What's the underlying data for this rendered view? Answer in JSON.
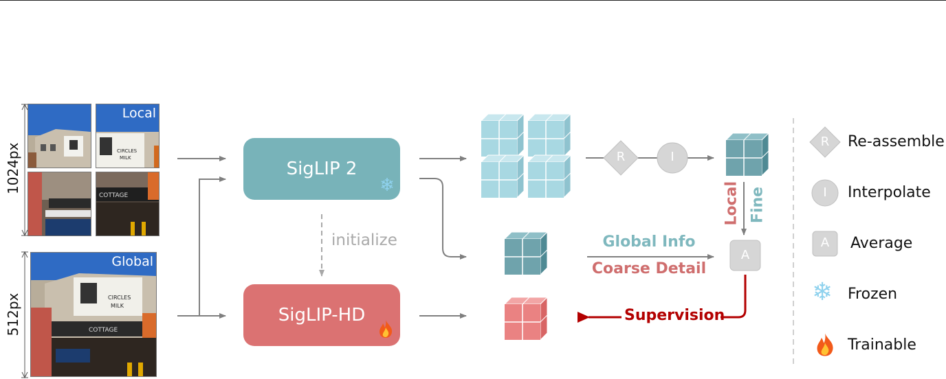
{
  "dims": {
    "high_res": "1024px",
    "low_res": "512px"
  },
  "tiles": {
    "local_label": "Local",
    "global_label": "Global"
  },
  "models": {
    "frozen_model": "SigLIP 2",
    "trainable_model": "SigLIP-HD"
  },
  "initialize_label": "initialize",
  "ops": {
    "reassemble": "R",
    "interpolate": "I",
    "average": "A"
  },
  "vertical_labels": {
    "local": "Local",
    "fine": "Fine"
  },
  "flow_labels": {
    "global_info": "Global Info",
    "coarse_detail": "Coarse Detail",
    "supervision": "Supervision"
  },
  "legend": [
    {
      "symbol": "R",
      "label": "Re-assemble",
      "icon": "diamond-icon"
    },
    {
      "symbol": "I",
      "label": "Interpolate",
      "icon": "circle-icon"
    },
    {
      "symbol": "A",
      "label": "Average",
      "icon": "square-icon"
    },
    {
      "symbol": "",
      "label": "Frozen",
      "icon": "snowflake-icon"
    },
    {
      "symbol": "",
      "label": "Trainable",
      "icon": "flame-icon"
    }
  ],
  "colors": {
    "teal_model": "#78b3b9",
    "red_model": "#db7272",
    "light_cube": "#a8d8e2",
    "dark_cube": "#6fa3ac",
    "red_cube": "#ea8282",
    "arrow_grey": "#7f7f7f",
    "supervision_red": "#b30000",
    "global_info_text": "#7fb8be",
    "coarse_detail_text": "#cf6e6e"
  }
}
